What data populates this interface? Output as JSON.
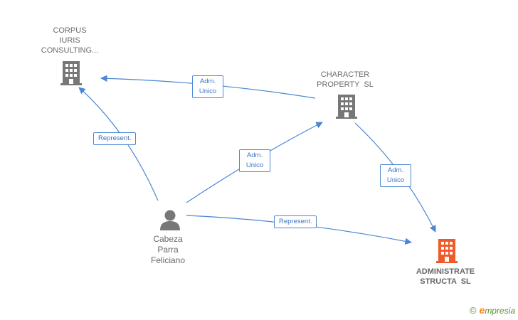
{
  "colors": {
    "edge": "#4a87d4",
    "company_icon": "#777777",
    "target_icon": "#f05a28",
    "person_icon": "#777777"
  },
  "nodes": {
    "corpus": {
      "lines": [
        "CORPUS",
        "IURIS",
        "CONSULTING..."
      ],
      "icon": "building-icon"
    },
    "character": {
      "lines": [
        "CHARACTER",
        "PROPERTY  SL"
      ],
      "icon": "building-icon"
    },
    "administrate": {
      "lines": [
        "ADMINISTRATE",
        "STRUCTA  SL"
      ],
      "icon": "building-icon"
    },
    "person": {
      "lines": [
        "Cabeza",
        "Parra",
        "Feliciano"
      ],
      "icon": "person-icon"
    }
  },
  "edges": {
    "character_to_corpus": {
      "lines": [
        "Adm.",
        "Unico"
      ]
    },
    "person_to_corpus": {
      "lines": [
        "Represent."
      ]
    },
    "person_to_character": {
      "lines": [
        "Adm.",
        "Unico"
      ]
    },
    "character_to_administrate": {
      "lines": [
        "Adm.",
        "Unico"
      ]
    },
    "person_to_administrate": {
      "lines": [
        "Represent."
      ]
    }
  },
  "brand": {
    "copyright": "©",
    "initial": "e",
    "rest": "mpresia"
  }
}
